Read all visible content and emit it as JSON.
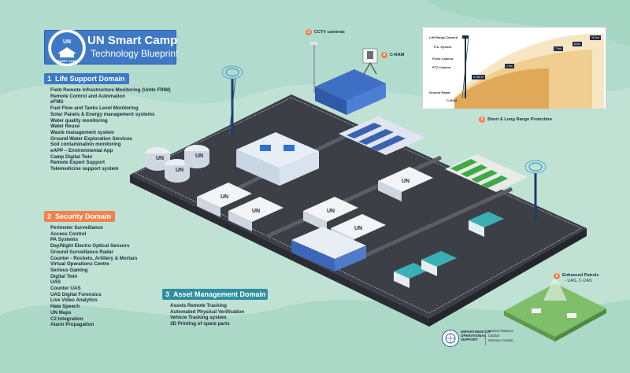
{
  "title": {
    "logo_top": "UN",
    "logo_bottom": "SMART CAMP",
    "main": "UN Smart Camp",
    "sub": "Technology Blueprint"
  },
  "domains": [
    {
      "number": "1",
      "name": "Life Support Domain",
      "color": "#3e79c5",
      "items": [
        "Field Remote Infrastructure Monitoring (Unite FRIM)",
        "Remote Control and Automation",
        "eFMS",
        "Fuel Flow and Tanks Level Monitoring",
        "Solar Panels & Energy management systems",
        "Water quality monitoring",
        "Water Reuse",
        "Waste management system",
        "Ground Water Exploration Services",
        "Soil contamination monitoring",
        "eAPP – Environmental App",
        "Camp Digital Twin",
        "Remote Expert Support",
        "Telemedicine support system"
      ]
    },
    {
      "number": "2",
      "name": "Security Domain",
      "color": "#f0824a",
      "items": [
        "Perimeter Surveillance",
        "Access Control",
        "PA Systems",
        "Day/Night Electro Optical Sensors",
        "Ground Surveillance Radar",
        "Counter - Rockets, Artillery & Mortars",
        "Virtual Operations Centre",
        "Serious Gaming",
        "Digital Twin",
        "UAS",
        "Counter UAS",
        "UAS Digital Forensics",
        "Live Video Analytics",
        "Hate Speech",
        "UN Maps",
        "C2 Integration",
        "Alarm Propagation"
      ]
    },
    {
      "number": "3",
      "name": "Asset Management Domain",
      "color": "#2f8fa0",
      "items": [
        "Assets Remote Tracking",
        "Automated Physical Verification",
        "Vehicle Tracking system",
        "3D Printing of spare parts"
      ]
    }
  ],
  "callouts": {
    "cctv": "CCTV cameras",
    "cram": "C-RAM",
    "short_long": "Short & Long Range Protection",
    "patrols": "Enhanced Patrols",
    "patrols_sub": "- UAS, C-UAS",
    "callout_number": "2"
  },
  "radar_panel": {
    "lr_camera": "L/M Range Camera",
    "pa_system": "P.A. System",
    "fixed_camera": "Fixed Camera",
    "ptz_camera": "PTZ Camera",
    "ground_radar": "Ground Radar",
    "cram": "C-RAM",
    "chips": [
      "0-100 m",
      "1 km",
      "7 km",
      "8 km",
      "10 km"
    ]
  },
  "building_label": "UN",
  "footer": {
    "dept_lines": [
      "DEPARTMENT OF",
      "OPERATIONAL",
      "SUPPORT"
    ],
    "un_lines": [
      "United Nations",
      "Global",
      "Service Centre"
    ]
  },
  "colors": {
    "background": "#bfe2d4",
    "ground": "#3d3f47",
    "ground_side": "#2a2c33",
    "accent_blue": "#3e79c5",
    "accent_orange": "#f0824a",
    "accent_teal": "#2f8fa0"
  }
}
